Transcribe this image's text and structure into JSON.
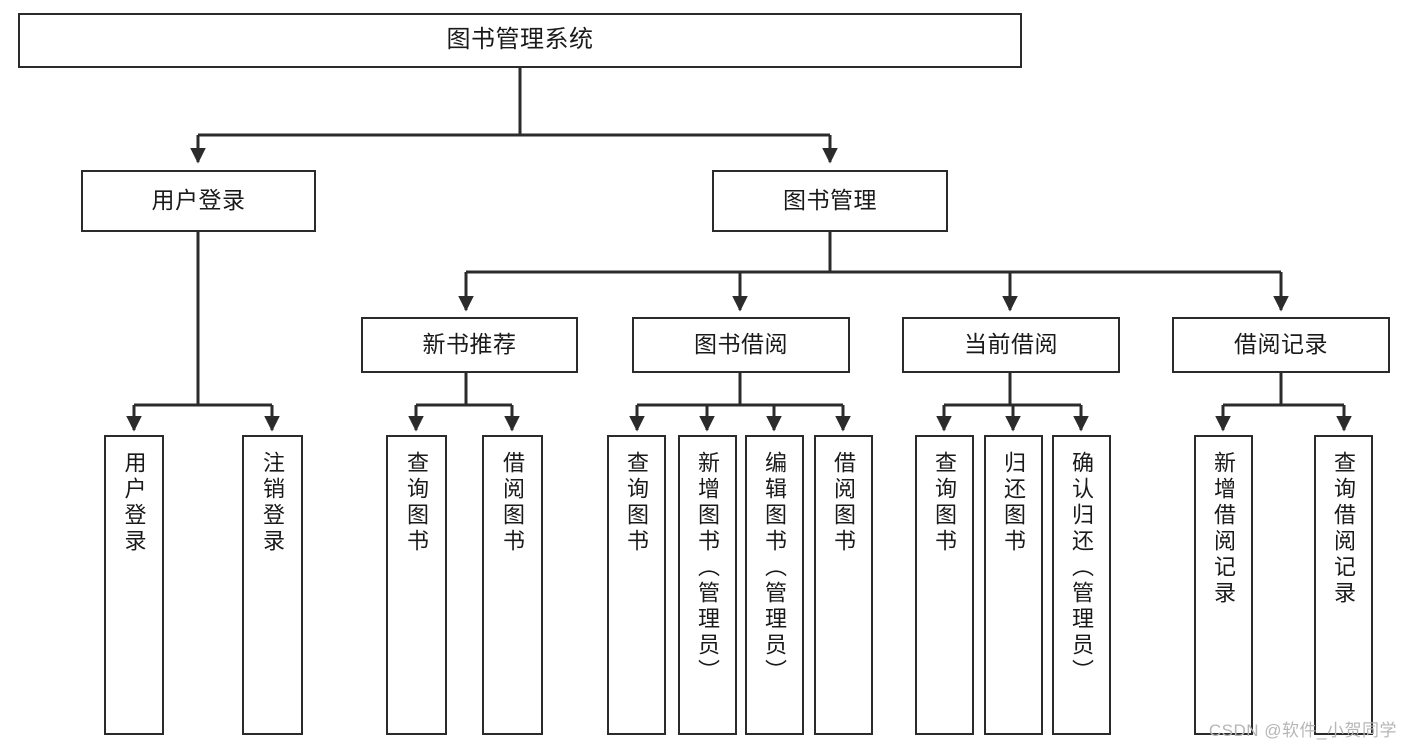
{
  "diagram": {
    "title": "图书管理系统",
    "watermark": "CSDN @软件_小贺同学",
    "style": {
      "stroke": "#2b2b2b",
      "fill": "#ffffff",
      "text": "#1a1a1a",
      "watermark_color": "#b6b6b6"
    },
    "levels": {
      "root": "图书管理系统",
      "level2": [
        "用户登录",
        "图书管理"
      ],
      "level3": [
        "新书推荐",
        "图书借阅",
        "当前借阅",
        "借阅记录"
      ]
    },
    "nodes": {
      "root": {
        "label": "图书管理系统"
      },
      "user_login": {
        "label": "用户登录"
      },
      "book_manage": {
        "label": "图书管理"
      },
      "new_book_rec": {
        "label": "新书推荐"
      },
      "book_borrow": {
        "label": "图书借阅"
      },
      "current_borrow": {
        "label": "当前借阅"
      },
      "borrow_record": {
        "label": "借阅记录"
      },
      "leaf_user_login": {
        "label": "用户登录"
      },
      "leaf_logout": {
        "label": "注销登录"
      },
      "leaf_query_book_1": {
        "label": "查询图书"
      },
      "leaf_borrow_book_1": {
        "label": "借阅图书"
      },
      "leaf_query_book_2": {
        "label": "查询图书"
      },
      "leaf_add_book": {
        "label": "新增图书（管理员）"
      },
      "leaf_edit_book": {
        "label": "编辑图书（管理员）"
      },
      "leaf_borrow_book_2": {
        "label": "借阅图书"
      },
      "leaf_query_book_3": {
        "label": "查询图书"
      },
      "leaf_return_book": {
        "label": "归还图书"
      },
      "leaf_confirm_return": {
        "label": "确认归还（管理员）"
      },
      "leaf_add_record": {
        "label": "新增借阅记录"
      },
      "leaf_query_record": {
        "label": "查询借阅记录"
      }
    },
    "edges": [
      {
        "from": "root",
        "to": "user_login"
      },
      {
        "from": "root",
        "to": "book_manage"
      },
      {
        "from": "user_login",
        "to": "leaf_user_login"
      },
      {
        "from": "user_login",
        "to": "leaf_logout"
      },
      {
        "from": "book_manage",
        "to": "new_book_rec"
      },
      {
        "from": "book_manage",
        "to": "book_borrow"
      },
      {
        "from": "book_manage",
        "to": "current_borrow"
      },
      {
        "from": "book_manage",
        "to": "borrow_record"
      },
      {
        "from": "new_book_rec",
        "to": "leaf_query_book_1"
      },
      {
        "from": "new_book_rec",
        "to": "leaf_borrow_book_1"
      },
      {
        "from": "book_borrow",
        "to": "leaf_query_book_2"
      },
      {
        "from": "book_borrow",
        "to": "leaf_add_book"
      },
      {
        "from": "book_borrow",
        "to": "leaf_edit_book"
      },
      {
        "from": "book_borrow",
        "to": "leaf_borrow_book_2"
      },
      {
        "from": "current_borrow",
        "to": "leaf_query_book_3"
      },
      {
        "from": "current_borrow",
        "to": "leaf_return_book"
      },
      {
        "from": "current_borrow",
        "to": "leaf_confirm_return"
      },
      {
        "from": "borrow_record",
        "to": "leaf_add_record"
      },
      {
        "from": "borrow_record",
        "to": "leaf_query_record"
      }
    ]
  }
}
